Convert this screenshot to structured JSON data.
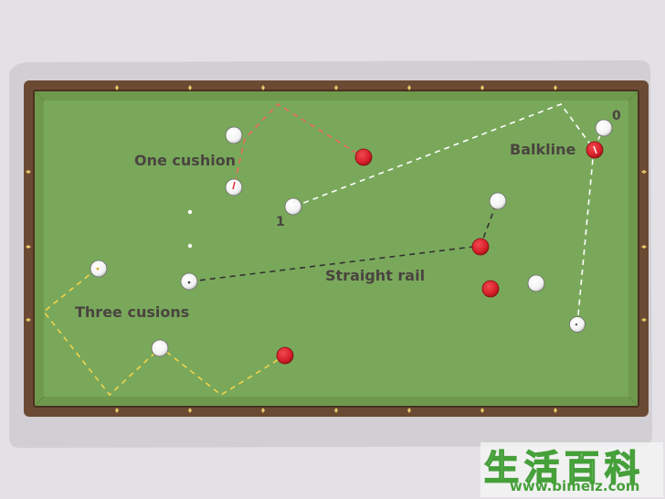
{
  "labels": {
    "one_cushion": "One cushion",
    "balkline": "Balkline",
    "straight_rail": "Straight rail",
    "three_cushions": "Three cusions",
    "num_one": "1",
    "num_zero": "0"
  },
  "watermark": {
    "chinese": "生活百科",
    "url": "www.bimeiz.com"
  },
  "colors": {
    "background": "#e4e1e6",
    "shadow": "#d2cfd4",
    "frame": "#6b4a33",
    "frame_inner_edge": "#4a3020",
    "cushion": "#6f9a4e",
    "cloth": "#79a85a",
    "diamond": "#e8c86a",
    "white_ball": "#ffffff",
    "red_ball": "#d9202a",
    "one_cushion_path": "#e8675a",
    "balkline_path": "#ffffff",
    "straight_rail_path": "#333333",
    "three_cushion_path": "#f2d44a",
    "watermark_green": "#46a03a"
  },
  "icons": {
    "ball": "billiard-ball-icon",
    "diamond": "rail-diamond-icon"
  }
}
